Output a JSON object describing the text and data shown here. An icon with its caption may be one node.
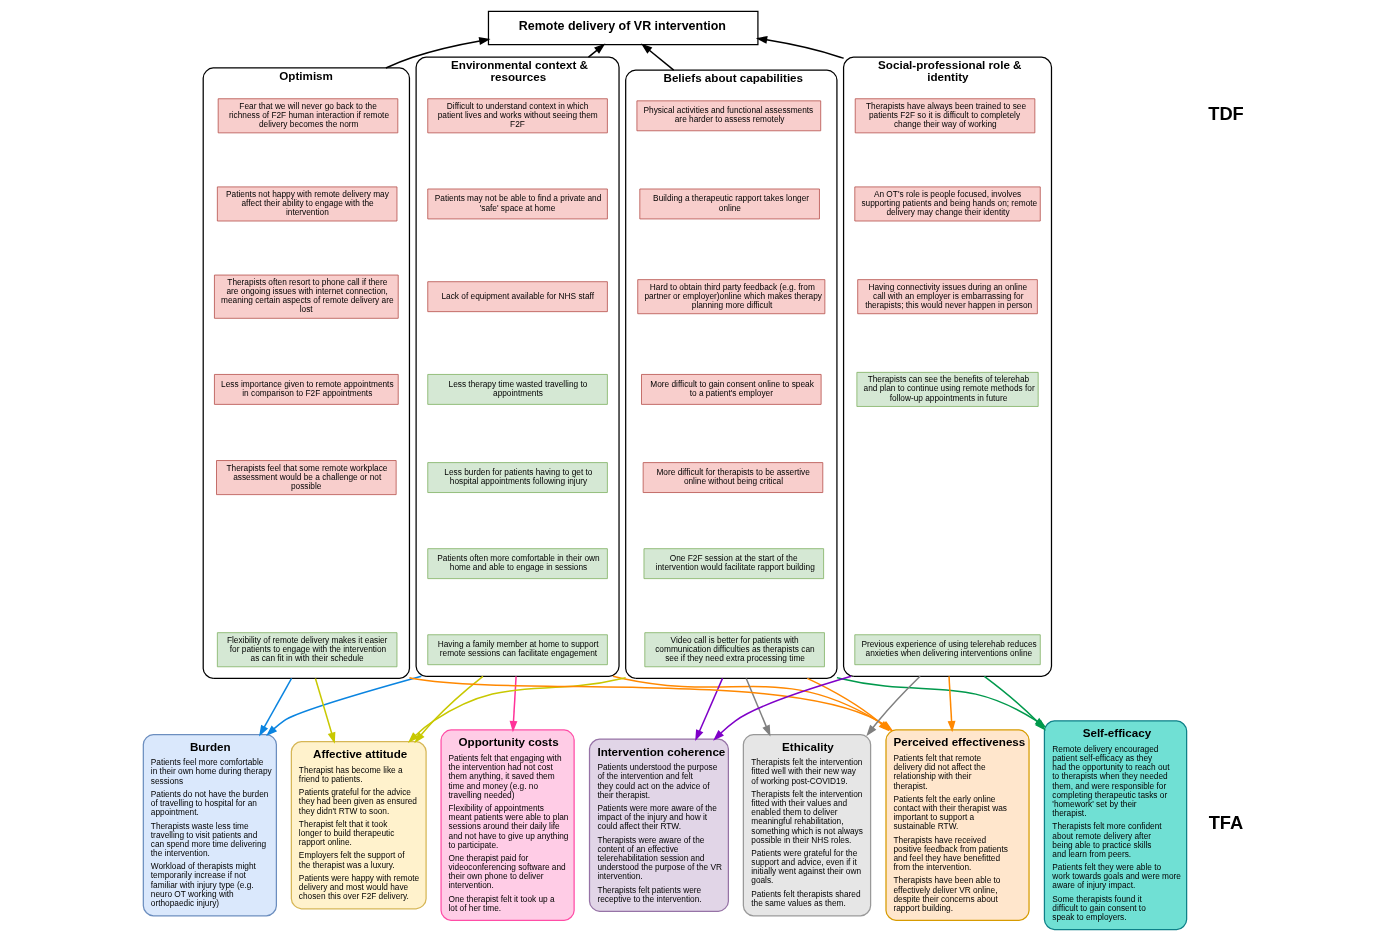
{
  "diagram": {
    "nodes": [
      {
        "text": [
          "Remote delivery of VR intervention"
        ]
      },
      {
        "text": [
          "Environmental context & resources"
        ]
      },
      {
        "text": [
          "Difficult to understand context in which patient lives and works without seeing them F2F"
        ],
        "in": 1
      },
      {
        "text": [
          "Patients may not be able to find a private and 'safe' space at home"
        ],
        "in": 1
      },
      {
        "text": [
          "Lack of equipment available for NHS staff"
        ],
        "in": 1
      },
      {
        "text": [
          "Less therapy time wasted travelling to appointments"
        ],
        "in": 1
      },
      {
        "text": [
          "Less burden for patients having to get to hospital appointments following injury"
        ],
        "in": 1
      },
      {
        "text": [
          "Patients often more comfortable in their own home and able to engage in sessions"
        ],
        "in": 1
      },
      {
        "text": [
          "Having a family member at home to support remote sessions can facilitate engagement"
        ],
        "in": 1
      },
      {
        "text": [
          "Beliefs about capabilities"
        ]
      },
      {
        "text": [
          "Physical activities and functional assessments are harder to assess remotely"
        ],
        "in": 9
      },
      {
        "text": [
          "Building a therapeutic rapport takes longer online"
        ],
        "in": 9
      },
      {
        "text": [
          "Hard to obtain third party feedback (e.g. from partner or employer)online which makes therapy planning more difficult"
        ],
        "in": 9
      },
      {
        "text": [
          "More difficult to gain consent online to speak to a patient's employer"
        ],
        "in": 9
      },
      {
        "text": [
          "More difficult for therapists to be assertive online without being critical"
        ],
        "in": 9
      },
      {
        "text": [
          "One F2F session at the start of the intervention would facilitate rapport building"
        ],
        "in": 9
      },
      {
        "text": [
          "Video call is better for patients with communication difficulties as therapists can see if they need extra processing time"
        ],
        "in": 9
      },
      {
        "text": [
          "Optimism"
        ]
      },
      {
        "text": [
          "Fear that we will never go back to the richness of F2F human interaction if remote delivery becomes the norm"
        ],
        "in": 17
      },
      {
        "text": [
          "Patients not happy with remote delivery may affect their ability to engage with the intervention"
        ],
        "in": 17
      },
      {
        "text": [
          "Therapists often resort to phone call if there are ongoing issues with internet connection, meaning certain aspects of remote delivery are lost"
        ],
        "in": 17
      },
      {
        "text": [
          "Less importance given to remote appointments in comparison to F2F appointments"
        ],
        "in": 17
      },
      {
        "text": [
          "Therapists feel that some remote workplace assessment would be a challenge or not possible"
        ],
        "in": 17
      },
      {
        "text": [
          "Flexibility of remote delivery makes it easier for patients to engage with the intervention as can fit in with their schedule"
        ],
        "in": 17
      },
      {
        "text": [
          "Social-professional role & identity"
        ]
      },
      {
        "text": [
          "Therapists have always been trained to see patients F2F so it is difficult to completely change their way of working"
        ],
        "in": 24
      },
      {
        "text": [
          "An OT's role is people focused, involves supporting patients and being hands on; remote delivery may change their identity"
        ],
        "in": 24
      },
      {
        "text": [
          "Having connectivity issues during an online call with an employer is embarrassing for therapists; this would never happen in person"
        ],
        "in": 24
      },
      {
        "text": [
          "Therapists can see the benefits of telerehab and plan to continue using remote methods for follow-up appointments in future"
        ],
        "in": 24
      },
      {
        "text": [
          "Previous experience of using telerehab reduces anxieties when delivering interventions online"
        ],
        "in": 24
      },
      {
        "text": [
          "Burden",
          "Patients feel more comfortable in their own home during therapy sessions",
          "Patients do not have the burden of travelling to hospital for an appointment.",
          "Therapists waste less time travelling to visit patients and can spend more time delivering the intervention.",
          "Workload of therapists might temporarily increase if not familiar with injury type (e.g. neuro OT working with orthopaedic injury)"
        ]
      },
      {
        "text": [
          "Affective attitude",
          "Therapist has become like a friend to patients.",
          "Patients grateful for the advice they had been given as ensured they didn't RTW to soon.",
          "Therapist felt that it took longer to build therapeutic rapport online.",
          "Employers felt the support of the therapist was a luxury.",
          "Patients were happy with remote delivery and most would have chosen this over F2F delivery."
        ]
      },
      {
        "text": [
          "Opportunity costs",
          "Patients felt that engaging with the intervention had not cost them anything, it saved them time and money (e.g. no travelling needed)",
          "Flexibility of appointments meant patients were able to plan sessions around their daily life and not have to give up anything to participate.",
          "One therapist paid for videoconferencing software and their own phone to deliver intervention.",
          "One therapist felt it took up a lot of her time."
        ]
      },
      {
        "text": [
          "Intervention coherence",
          "Patients understood the purpose of the intervention and felt they could act on the advice of their therapist.",
          "Patients were more aware of the impact of the injury and how it could affect their RTW.",
          "Therapists were aware of the content of an effective telerehabilitation session and understood the purpose of the VR intervention.",
          "Therapists felt patients were receptive to the intervention."
        ]
      },
      {
        "text": [
          "Ethicality",
          "Therapists felt the intervention fitted well with their new way of working post-COVID19.",
          "Therapists felt the intervention fitted with their values and enabled them to deliver meaningful rehabilitation, something which is not always possible in their NHS roles.",
          "Patients were grateful for the support and advice, even if it initially went against their own goals.",
          "Patients felt therapists shared the same values as them."
        ]
      },
      {
        "text": [
          "Perceived effectiveness",
          "Patients felt that remote delivery did not affect the relationship with their therapist.",
          "Patients felt the early online contact with their therapist was important to support a sustainable RTW.",
          "Therapists have received positive feedback from patients and feel they have benefitted from the intervention.",
          "Therapists have been able to effectively deliver VR online, despite their concerns about rapport building."
        ]
      },
      {
        "text": [
          "Self-efficacy",
          "Remote delivery encouraged patient self-efficacy as they had the opportunity to reach out to therapists when they needed them, and were responsible for completing therapeutic tasks or 'homework' set by their therapist.",
          "Therapists felt more confident about remote delivery after being able to practice skills and learn from peers.",
          "Patients felt they were able to work towards goals and were more aware of injury impact.",
          "Some therapists found it difficult to gain consent to speak to employers."
        ]
      }
    ],
    "edges": [
      {
        "from": 1,
        "to": 0,
        "arrow": "to"
      },
      {
        "from": 9,
        "to": 0,
        "arrow": "to"
      },
      {
        "from": 17,
        "to": 0,
        "arrow": "to"
      },
      {
        "from": 24,
        "to": 0,
        "arrow": "to"
      },
      {
        "from": 1,
        "to": 30,
        "arrow": "to",
        "color": "#0a84e0"
      },
      {
        "from": 17,
        "to": 30,
        "arrow": "to",
        "color": "#0a84e0"
      },
      {
        "from": 1,
        "to": 31,
        "arrow": "to",
        "color": "#c8c800"
      },
      {
        "from": 9,
        "to": 31,
        "arrow": "to",
        "color": "#c8c800"
      },
      {
        "from": 17,
        "to": 31,
        "arrow": "to",
        "color": "#c8c800"
      },
      {
        "from": 1,
        "to": 32,
        "arrow": "to",
        "color": "#ff3399"
      },
      {
        "from": 9,
        "to": 33,
        "arrow": "to",
        "color": "#7f00c8"
      },
      {
        "from": 24,
        "to": 33,
        "arrow": "to",
        "color": "#7f00c8"
      },
      {
        "from": 9,
        "to": 34,
        "arrow": "to",
        "color": "#808080"
      },
      {
        "from": 24,
        "to": 34,
        "arrow": "to",
        "color": "#808080"
      },
      {
        "from": 1,
        "to": 35,
        "arrow": "to",
        "color": "#ff8800"
      },
      {
        "from": 9,
        "to": 35,
        "arrow": "to",
        "color": "#ff8800"
      },
      {
        "from": 17,
        "to": 35,
        "arrow": "to",
        "color": "#ff8800"
      },
      {
        "from": 24,
        "to": 35,
        "arrow": "to",
        "color": "#ff8800"
      },
      {
        "from": 9,
        "to": 36,
        "arrow": "to",
        "color": "#00994c"
      },
      {
        "from": 24,
        "to": 36,
        "arrow": "to",
        "color": "#00994c"
      }
    ],
    "labels": [
      "TDF",
      "TFA"
    ]
  }
}
